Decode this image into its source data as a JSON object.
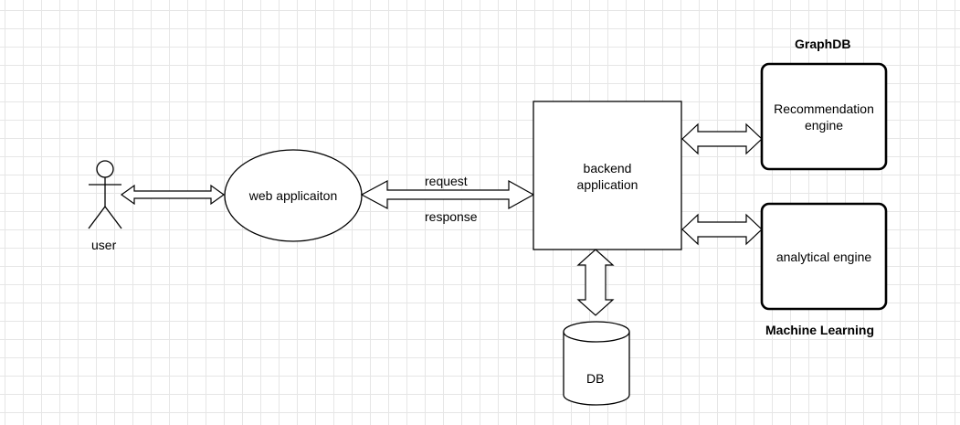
{
  "actor": {
    "label": "user"
  },
  "web_app": {
    "label": "web applicaiton"
  },
  "flow": {
    "request_label": "request",
    "response_label": "response"
  },
  "backend": {
    "line1": "backend",
    "line2": "application"
  },
  "recommendation": {
    "line1": "Recommendation",
    "line2": "engine",
    "group_label": "GraphDB"
  },
  "analytical": {
    "label": "analytical engine",
    "group_label": "Machine Learning"
  },
  "database": {
    "label": "DB"
  },
  "colors": {
    "stroke": "#000000",
    "fill": "#ffffff",
    "grid": "#e6e6e6"
  }
}
